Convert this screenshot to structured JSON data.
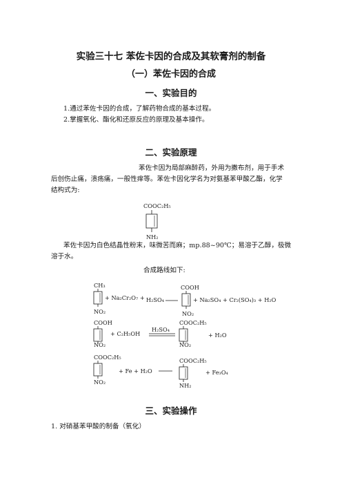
{
  "doc": {
    "title": "实验三十七  苯佐卡因的合成及其软膏剂的制备",
    "subtitle": "（一）苯佐卡因的合成",
    "section1": {
      "heading": "一、实验目的",
      "items": [
        "1.通过苯佐卡因的合成，了解药物合成的基本过程。",
        "2.掌握氧化、酯化和还原反应的原理及基本操作。"
      ]
    },
    "section2": {
      "heading": "二、实验原理",
      "para1_lines": [
        "苯佐卡因为局部麻醉药，外用为撒布剂，用于手术",
        "后创伤止痛，溃疡痛，一般性痒等。苯佐卡因化学名为对氨基苯甲酸乙酯，化学",
        "结构式为:"
      ],
      "para2_lines": [
        "苯佐卡因为白色结晶性粉末，味微苦而麻；mp.88~90℃；易溶于乙醇，极微",
        "溶于水。"
      ],
      "route_label": "合成路线如下:"
    },
    "section3": {
      "heading": "三、实验操作",
      "item1": "1.   对硝基苯甲酸的制备（氧化）"
    }
  },
  "chem": {
    "structure": {
      "top": "COOC₂H₅",
      "bottom": "NH₂"
    },
    "rxn1": {
      "start_top": "CH₃",
      "start_bottom": "NO₂",
      "reagents_a": "+  Na₂Cr₂O₇ +",
      "reagents_b": "H₂SO₄",
      "prod_top": "COOH",
      "prod_bottom": "NO₂",
      "byproducts": "+  Na₂SO₄ +  Cr₂(SO₄)₃ + H₂O"
    },
    "rxn2": {
      "start_top": "COOH",
      "start_bottom": "NO₂",
      "reagent": "+   C₂H₅OH",
      "catalyst": "H₂SO₄",
      "prod_top": "COOC₂H₅",
      "prod_bottom": "NO₂",
      "byproduct": "+ H₂O"
    },
    "rxn3": {
      "start_top": "COOC₂H₅",
      "start_bottom": "NO₂",
      "reagents": "+  Fe +  H₂O",
      "prod_top": "COOC₂H₅",
      "prod_bottom": "NH₂",
      "byproduct": "+   Fe₃O₄"
    }
  }
}
